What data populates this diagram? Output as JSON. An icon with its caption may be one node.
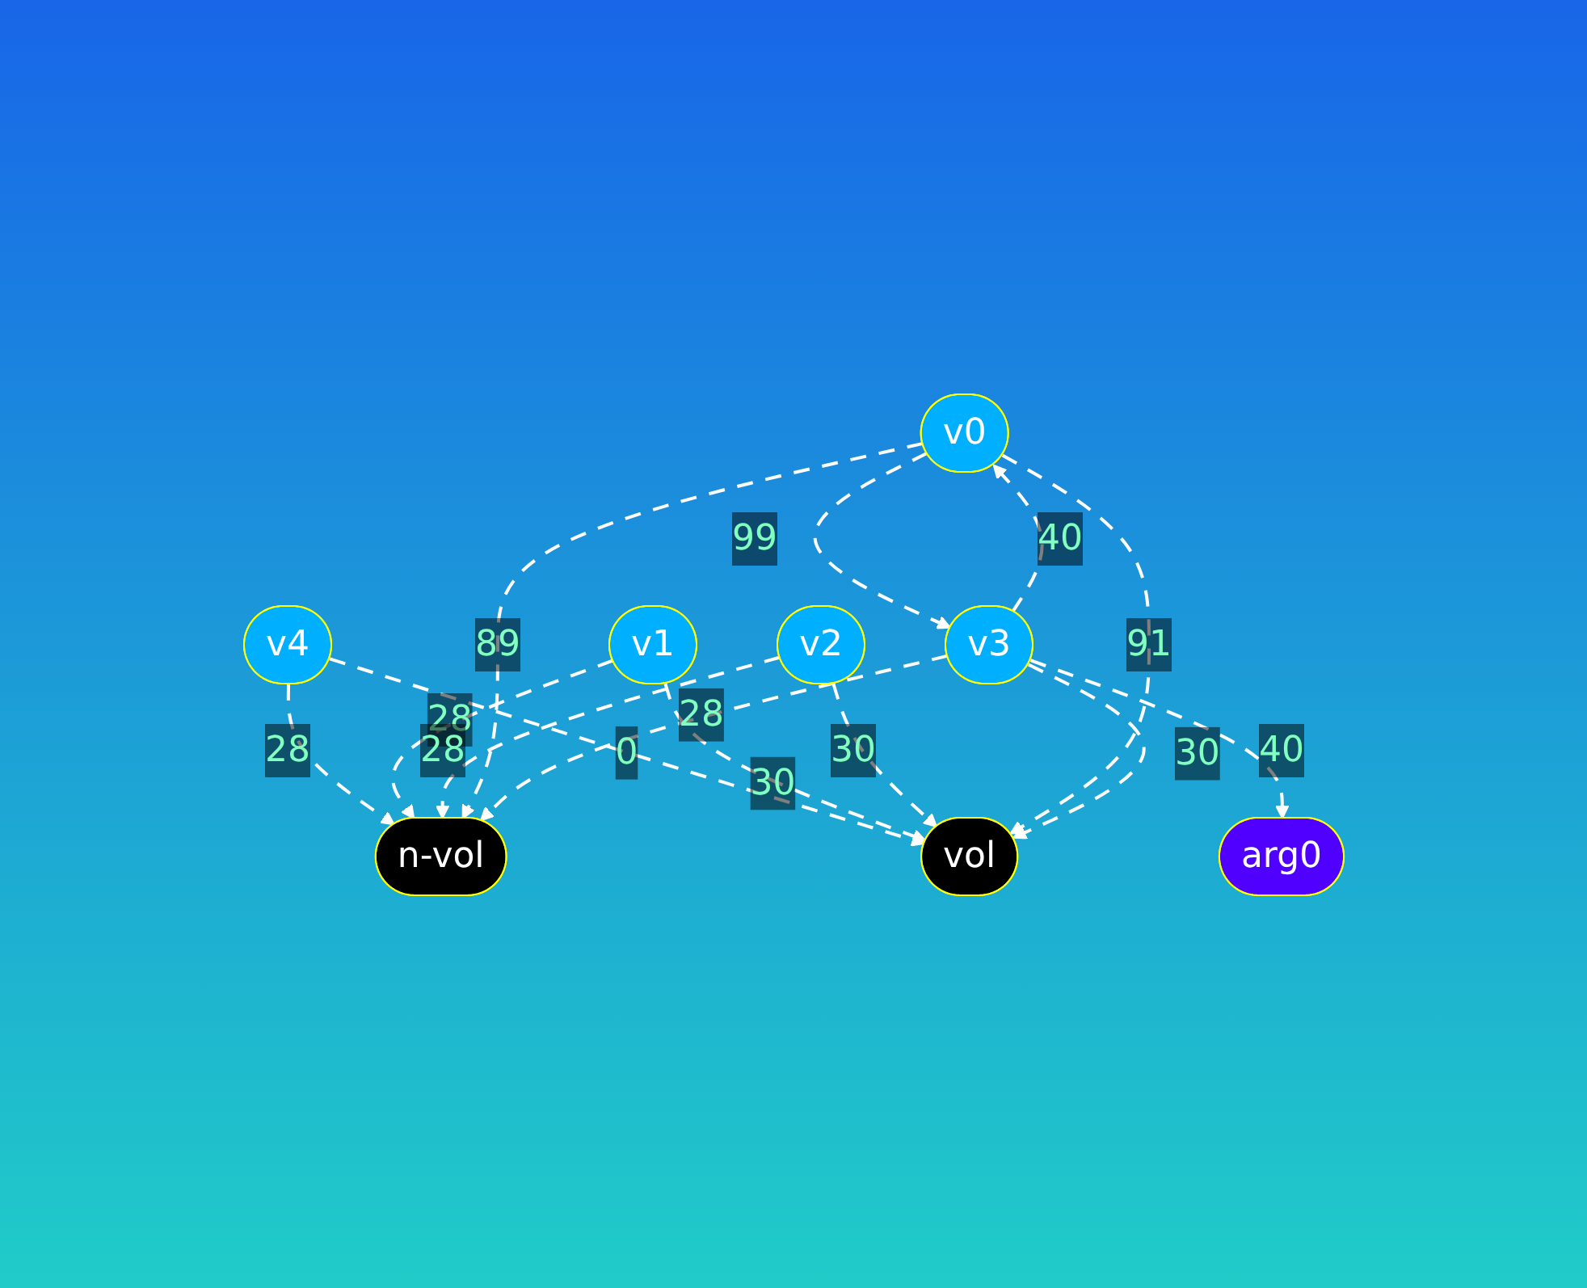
{
  "diagram": {
    "nodes": [
      {
        "text": [
          "vol"
        ]
      },
      {
        "text": [
          "v4"
        ]
      },
      {
        "text": [
          "v1"
        ]
      },
      {
        "text": [
          "v2"
        ]
      },
      {
        "text": [
          "v0"
        ]
      },
      {
        "text": [
          "v3"
        ]
      },
      {
        "text": [
          "n-vol"
        ]
      },
      {
        "text": [
          "arg0"
        ]
      }
    ],
    "edges": [
      {
        "from": 1,
        "to": 0,
        "arrow": "to",
        "label": "0",
        "style": "dashed"
      },
      {
        "from": 2,
        "to": 0,
        "arrow": "to",
        "label": "30",
        "style": "dashed"
      },
      {
        "from": 3,
        "to": 0,
        "arrow": "to",
        "label": "30",
        "style": "dashed"
      },
      {
        "from": 4,
        "to": 0,
        "arrow": "to",
        "label": "91",
        "style": "dashed"
      },
      {
        "from": 5,
        "to": 0,
        "arrow": "to",
        "label": "30",
        "style": "dashed"
      },
      {
        "from": 4,
        "to": 5,
        "arrow": "to",
        "label": "99",
        "style": "dashed"
      },
      {
        "from": 5,
        "to": 4,
        "arrow": "to",
        "label": "40",
        "style": "dashed"
      },
      {
        "from": 5,
        "to": 7,
        "arrow": "to",
        "label": "40",
        "style": "dashed"
      },
      {
        "from": 1,
        "to": 6,
        "arrow": "to",
        "label": "28",
        "style": "dashed"
      },
      {
        "from": 2,
        "to": 6,
        "arrow": "to",
        "label": "28",
        "style": "dashed"
      },
      {
        "from": 3,
        "to": 6,
        "arrow": "to",
        "label": "28",
        "style": "dashed"
      },
      {
        "from": 4,
        "to": 6,
        "arrow": "to",
        "label": "89",
        "style": "dashed"
      },
      {
        "from": 5,
        "to": 6,
        "arrow": "to",
        "label": "28",
        "style": "dashed"
      }
    ]
  }
}
